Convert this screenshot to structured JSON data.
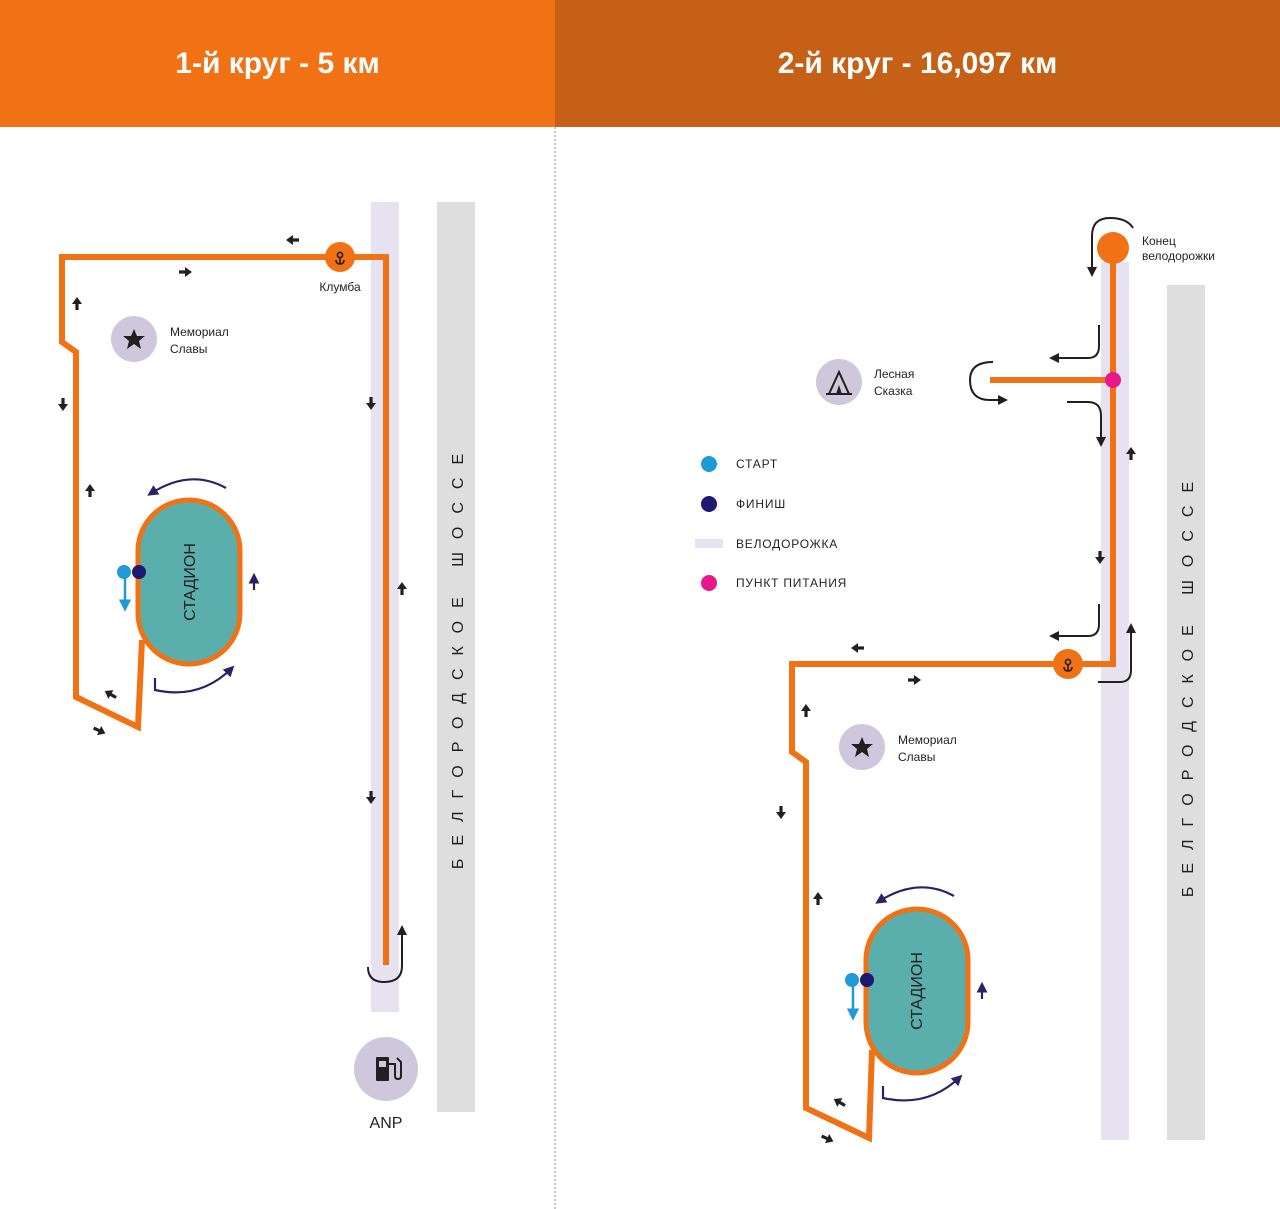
{
  "colors": {
    "header_left": "#f07214",
    "header_right": "#c56016",
    "route": "#f07214",
    "stadium_fill": "#5aafac",
    "bike_path": "#e7e2ef",
    "highway": "#dedede",
    "poi_circle": "#cfc8dc",
    "start": "#1e9ad8",
    "finish": "#1f1971",
    "food": "#ea168c",
    "arrow_dark": "#2a2166",
    "arrow_black": "#231f20"
  },
  "lap1": {
    "title": "1-й круг - 5 км",
    "klumba": "Клумба",
    "memorial_line1": "Мемориал",
    "memorial_line2": "Славы",
    "stadium": "СТАДИОН",
    "highway": "БЕЛГОРОДСКОЕ ШОССЕ",
    "gas_station": "ANP",
    "icons": {
      "klumba": "flower-icon",
      "memorial": "star-icon",
      "gas": "fuel-pump-icon"
    }
  },
  "lap2": {
    "title": "2-й круг - 16,097 км",
    "end_line1": "Конец",
    "end_line2": "велодорожки",
    "forest_line1": "Лесная",
    "forest_line2": "Сказка",
    "memorial_line1": "Мемориал",
    "memorial_line2": "Славы",
    "stadium": "СТАДИОН",
    "highway": "БЕЛГОРОДСКОЕ ШОССЕ",
    "icons": {
      "forest": "tent-icon",
      "memorial": "star-icon",
      "klumba": "flower-icon"
    }
  },
  "legend": [
    {
      "label": "СТАРТ",
      "marker": "start-dot"
    },
    {
      "label": "ФИНИШ",
      "marker": "finish-dot"
    },
    {
      "label": "ВЕЛОДОРОЖКА",
      "marker": "bike-path-swatch"
    },
    {
      "label": "ПУНКТ ПИТАНИЯ",
      "marker": "food-dot"
    }
  ]
}
